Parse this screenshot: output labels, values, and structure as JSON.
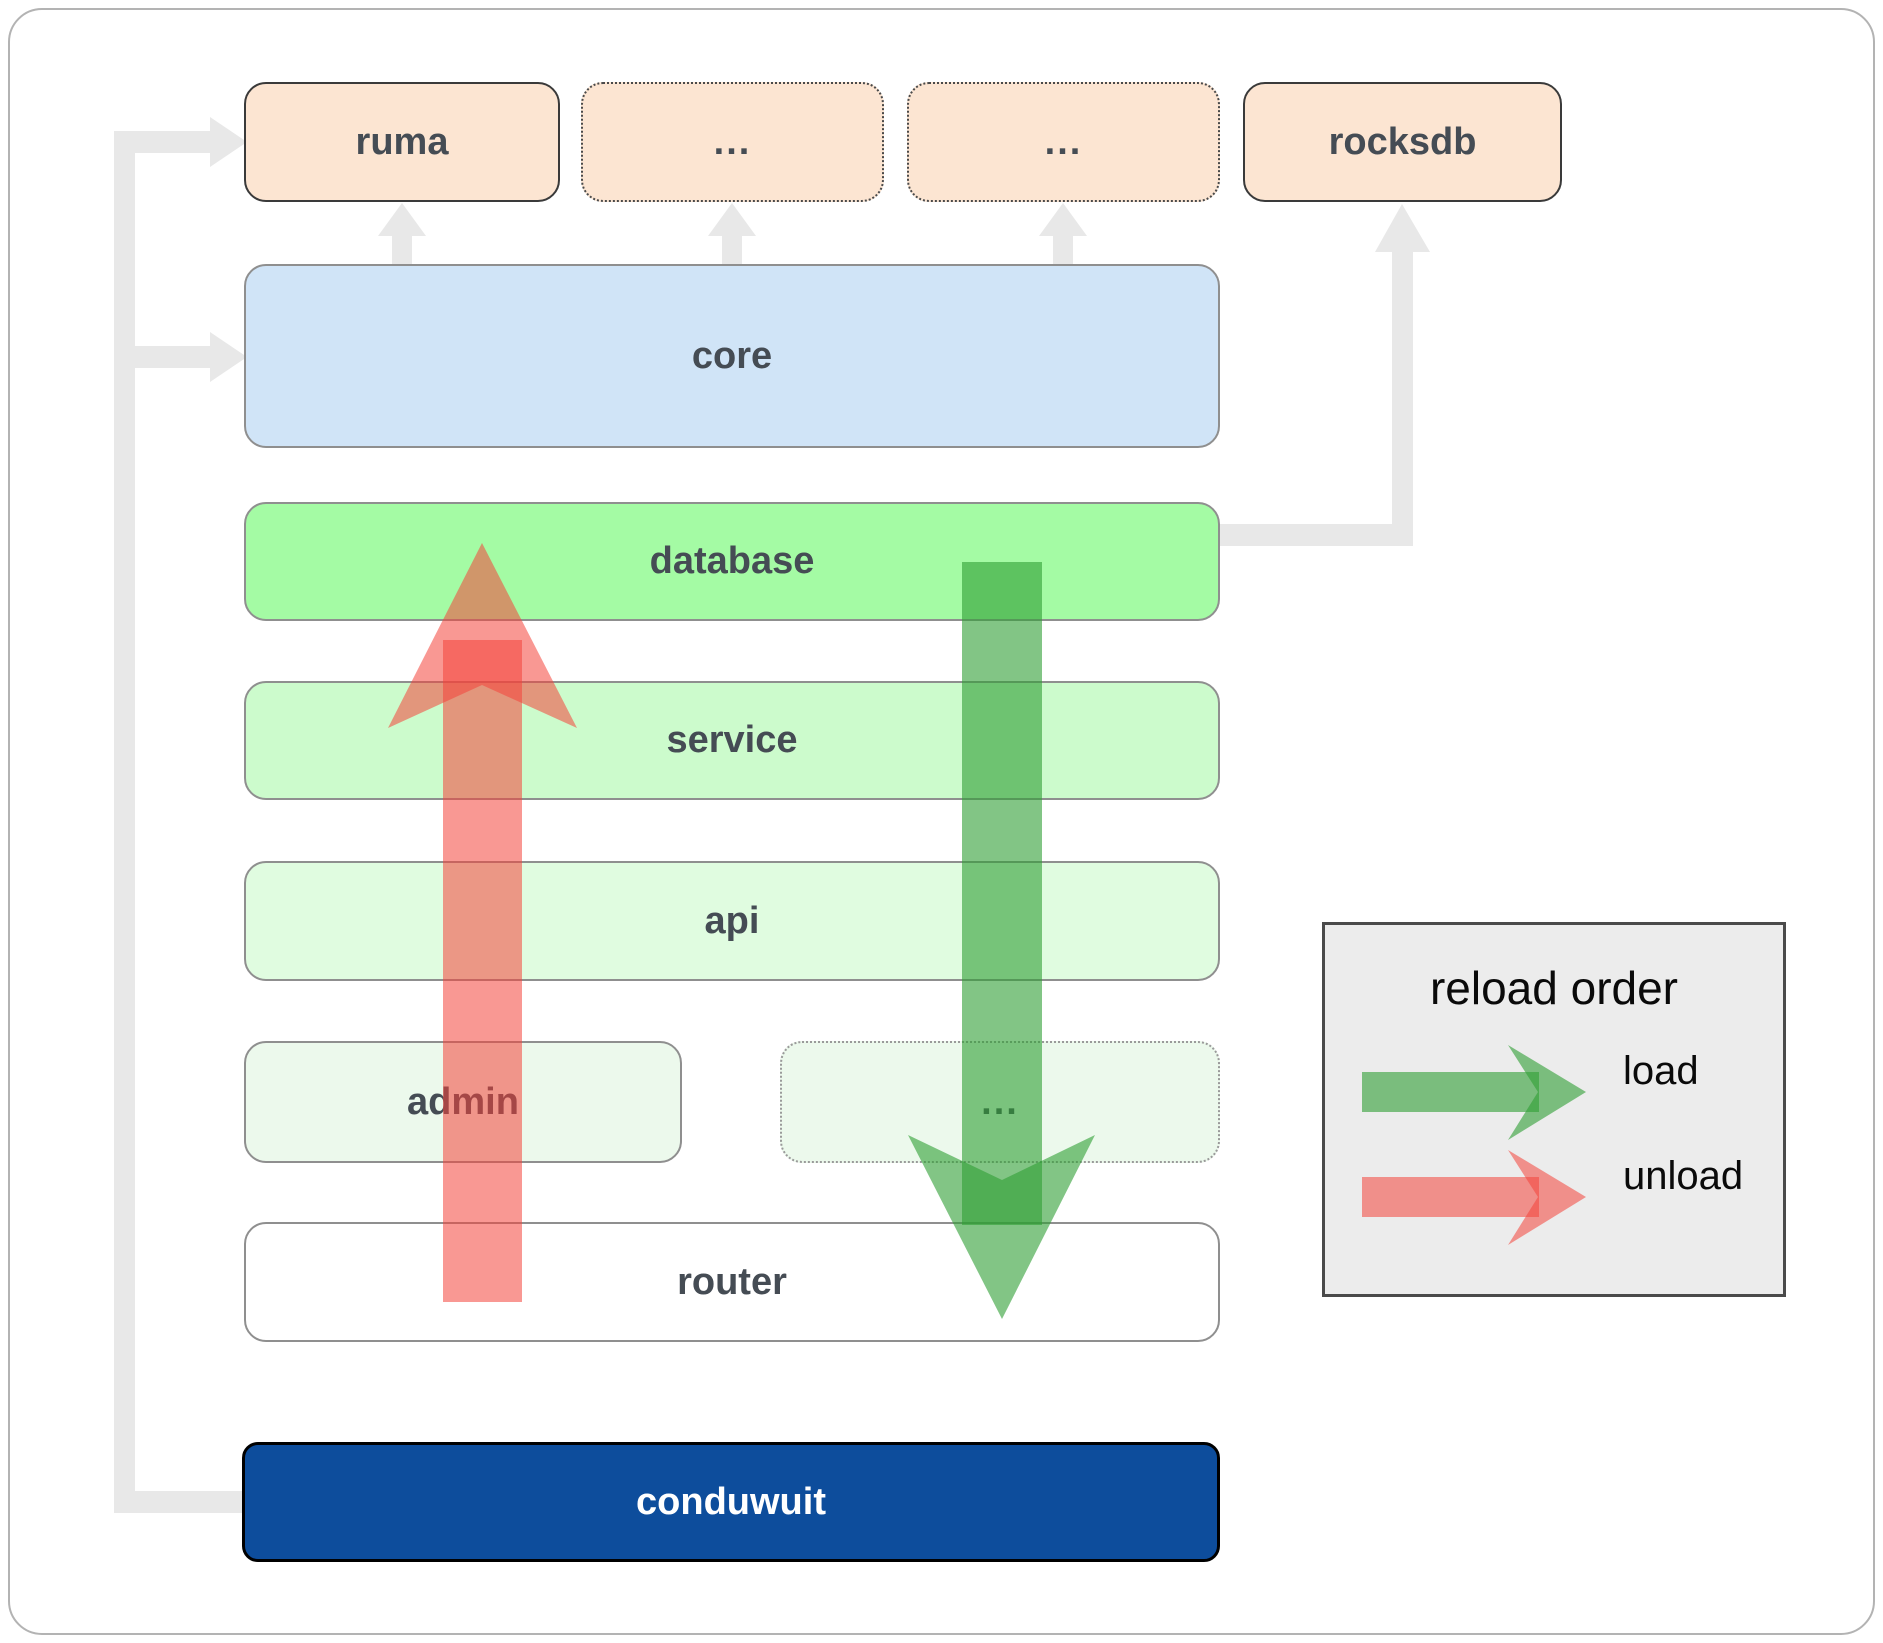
{
  "diagram": {
    "boxes": {
      "ruma": {
        "label": "ruma"
      },
      "module_a": {
        "label": "..."
      },
      "module_b": {
        "label": "..."
      },
      "rocksdb": {
        "label": "rocksdb"
      },
      "core": {
        "label": "core"
      },
      "database": {
        "label": "database"
      },
      "service": {
        "label": "service"
      },
      "api": {
        "label": "api"
      },
      "admin": {
        "label": "admin"
      },
      "module_c": {
        "label": "..."
      },
      "router": {
        "label": "router"
      },
      "conduwuit": {
        "label": "conduwuit"
      }
    },
    "arrows": {
      "load_direction": "database down to router",
      "unload_direction": "router up to database"
    }
  },
  "legend": {
    "title": "reload order",
    "items": [
      {
        "label": "load",
        "color": "#2f9e33"
      },
      {
        "label": "unload",
        "color": "#f4433b"
      }
    ]
  },
  "colors": {
    "canvas_bg": "#ffffff",
    "peach": "#fce5d2",
    "core_blue": "#d0e4f7",
    "database_green": "#a4fba4",
    "service_green": "#ccfbcc",
    "api_green": "#e0fce0",
    "faint_green": "#ecf9ec",
    "conduwuit_blue": "#0d4d9c",
    "load_green": "#2f9e33",
    "unload_red": "#f4433b",
    "connector_gray": "#e8e8e8",
    "legend_bg": "#ececec",
    "label_text": "#454c54"
  }
}
